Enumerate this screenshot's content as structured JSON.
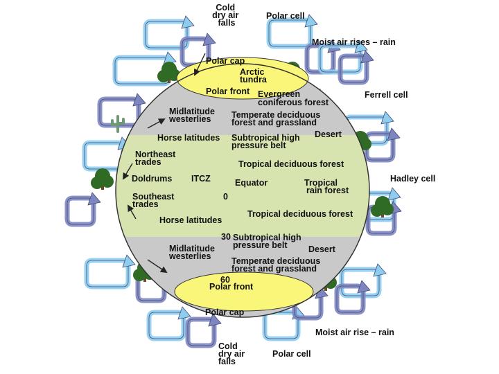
{
  "labels": {
    "cold_air_top": [
      "Cold",
      "dry air",
      "falls"
    ],
    "polar_cell_top": "Polar cell",
    "moist_air_top": "Moist air rises – rain",
    "polar_cap_top": "Polar cap",
    "arctic_tundra": [
      "Arctic",
      "tundra"
    ],
    "polar_front_top": "Polar front",
    "evergreen_forest": [
      "Evergreen",
      "coniferous forest"
    ],
    "ferrell_cell": "Ferrell cell",
    "midlatitude_westerlies_top": [
      "Midlatitude",
      "westerlies"
    ],
    "temperate_forest_top": [
      "Temperate deciduous",
      "forest and grassland"
    ],
    "horse_latitudes_top": "Horse latitudes",
    "subtropical_high_top": [
      "Subtropical high",
      "pressure belt"
    ],
    "desert_top": "Desert",
    "northeast_trades": [
      "Northeast",
      "trades"
    ],
    "tropical_deciduous_top": "Tropical deciduous forest",
    "doldrums": "Doldrums",
    "itcz": "ITCZ",
    "equator": "Equator",
    "tropical_rain_forest": [
      "Tropical",
      "rain forest"
    ],
    "hadley_cell": "Hadley cell",
    "zero_degree": "0",
    "southeast_trades": [
      "Southeast",
      "trades"
    ],
    "tropical_deciduous_bottom": "Tropical deciduous forest",
    "horse_latitudes_bottom": "Horse latitudes",
    "thirty_degree": "30",
    "subtropical_high_bottom": [
      "Subtropical high",
      "pressure belt"
    ],
    "desert_bottom": "Desert",
    "midlatitude_westerlies_bottom": [
      "Midlatitude",
      "westerlies"
    ],
    "temperate_forest_bottom": [
      "Temperate deciduous",
      "forest and grassland"
    ],
    "sixty_degree": "60",
    "polar_front_bottom": "Polar front",
    "polar_cap_bottom": "Polar cap",
    "moist_air_bottom": "Moist air rise – rain",
    "cold_air_bottom": [
      "Cold",
      "dry air",
      "falls"
    ],
    "polar_cell_bottom": "Polar cell"
  },
  "colors": {
    "tropical_zone": "#d7e4b0",
    "midlatitude_zone": "#c9c9c9",
    "polar_zone": "#f9f67a",
    "outline": "#333333",
    "cell_dark": "#7e86c0",
    "cell_light": "#8ecdee",
    "tree": "#2f6b25",
    "trunk": "#6b4a2a",
    "cactus": "#6e9a73"
  },
  "icons": [
    "circulation-cell-arrow-icon",
    "tree-icon",
    "cactus-icon",
    "wind-direction-arrow-icon"
  ]
}
